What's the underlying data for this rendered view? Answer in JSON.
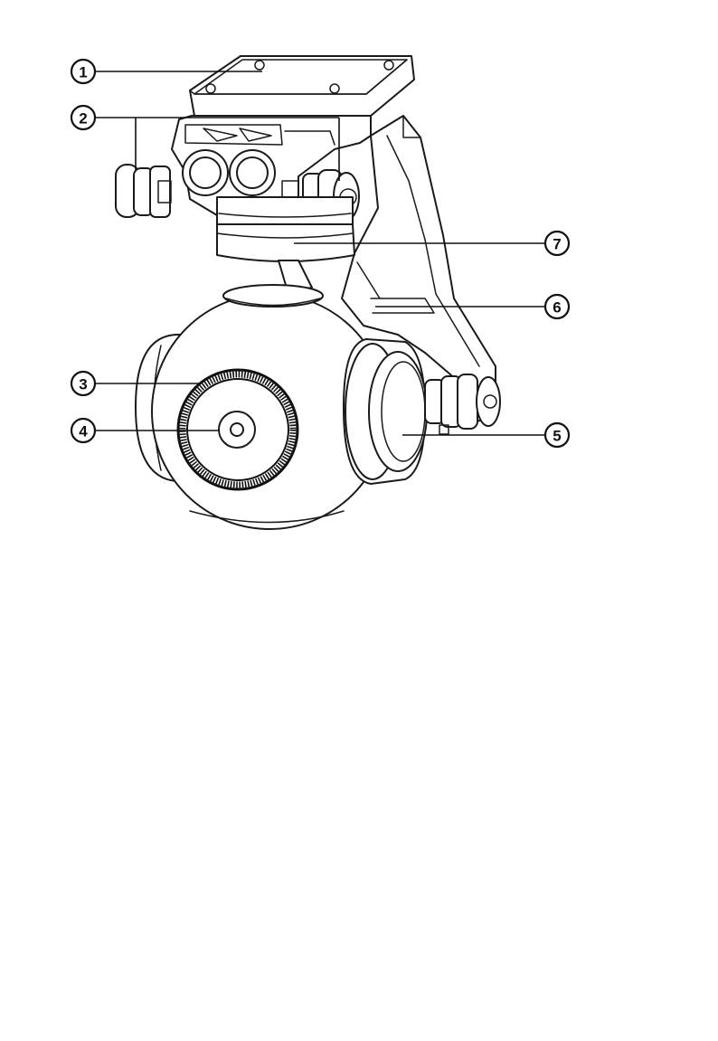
{
  "callouts": [
    {
      "label": "1",
      "part": "mounting-plate"
    },
    {
      "label": "2",
      "part": "dampers"
    },
    {
      "label": "3",
      "part": "lens-ring"
    },
    {
      "label": "4",
      "part": "camera-lens"
    },
    {
      "label": "5",
      "part": "side-motor"
    },
    {
      "label": "6",
      "part": "gimbal-arm"
    },
    {
      "label": "7",
      "part": "yaw-motor"
    }
  ],
  "colors": {
    "line": "#1a1a1a",
    "background": "#ffffff"
  }
}
